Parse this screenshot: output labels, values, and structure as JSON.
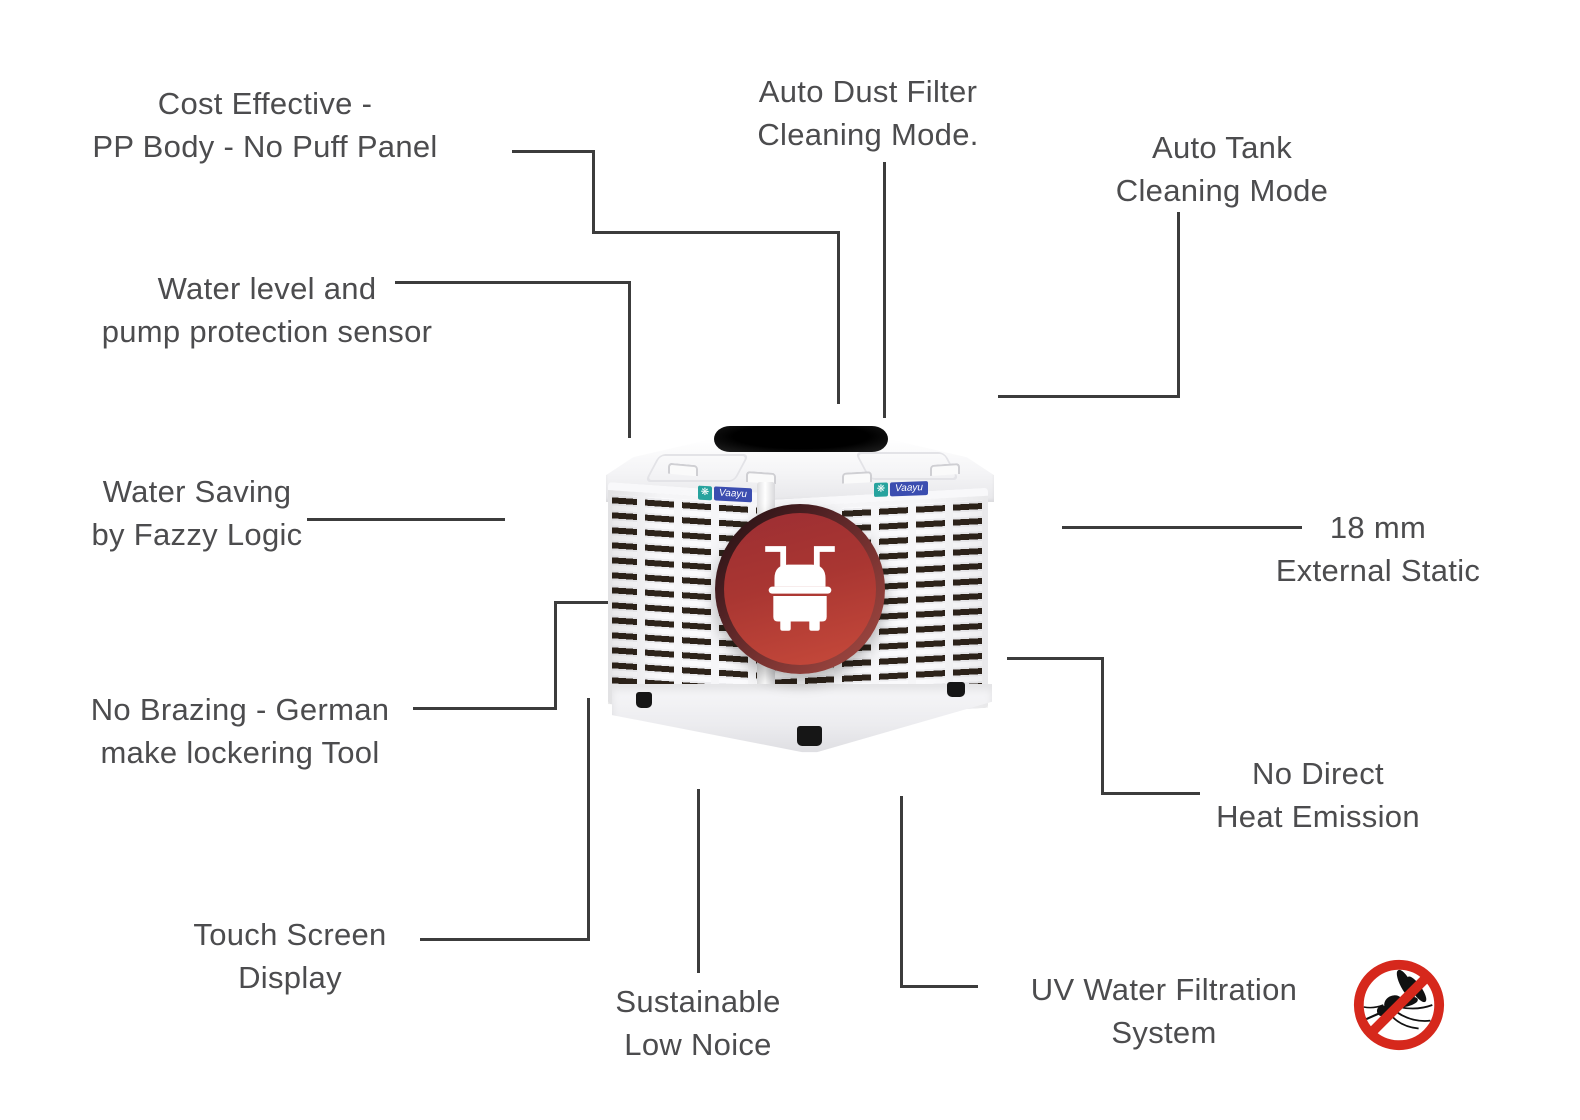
{
  "diagram": {
    "title": "Air cooler product features diagram",
    "background": "#ffffff"
  },
  "labels": {
    "cost_effective": {
      "lines": [
        "Cost Effective -",
        "PP Body - No Puff Panel"
      ]
    },
    "auto_dust": {
      "lines": [
        "Auto Dust Filter",
        "Cleaning Mode."
      ]
    },
    "auto_tank": {
      "lines": [
        "Auto Tank",
        "Cleaning Mode"
      ]
    },
    "water_level": {
      "lines": [
        "Water level and",
        "pump protection sensor"
      ]
    },
    "water_saving": {
      "lines": [
        "Water Saving",
        "by Fazzy Logic"
      ]
    },
    "no_brazing": {
      "lines": [
        "No Brazing - German",
        "make lockering Tool"
      ]
    },
    "touch_screen": {
      "lines": [
        "Touch Screen",
        "Display"
      ]
    },
    "sustainable": {
      "lines": [
        "Sustainable",
        "Low Noice"
      ]
    },
    "uv_water": {
      "lines": [
        "UV Water Filtration",
        "System"
      ]
    },
    "external_static": {
      "lines": [
        "18 mm",
        "External Static"
      ]
    },
    "heat_emission": {
      "lines": [
        "No Direct",
        "Heat Emission"
      ]
    }
  },
  "product": {
    "brand_label": "Vaayu",
    "brand_logo_glyph": "❋"
  },
  "icons": {
    "badge": "compressor-icon",
    "bottom_right": "no-mosquito-icon",
    "brand": "snowflake-icon"
  },
  "colors": {
    "label_text": "#4c4c4e",
    "connector": "#3c3c3c",
    "badge_red": "#b03a33",
    "badge_ring_dark": "#1d0e10",
    "prohibition_red": "#d6281c",
    "brand_teal": "#27a39e",
    "brand_blue": "#3b4db0",
    "louver_slot": "#2d231a"
  }
}
